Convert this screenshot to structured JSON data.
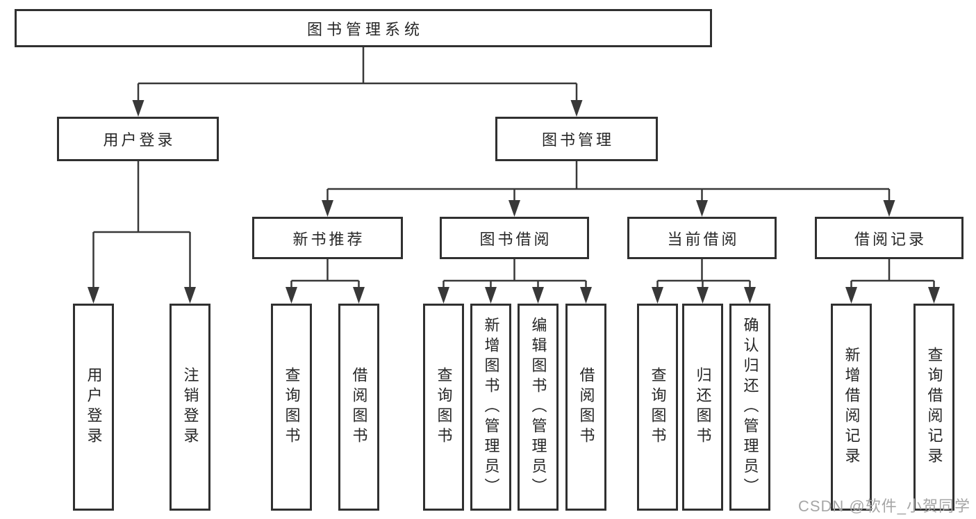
{
  "tree": {
    "root": {
      "label": "图书管理系统",
      "children": [
        {
          "label": "用户登录",
          "children": [
            {
              "label": "用户登录"
            },
            {
              "label": "注销登录"
            }
          ]
        },
        {
          "label": "图书管理",
          "children": [
            {
              "label": "新书推荐",
              "children": [
                {
                  "label": "查询图书"
                },
                {
                  "label": "借阅图书"
                }
              ]
            },
            {
              "label": "图书借阅",
              "children": [
                {
                  "label": "查询图书"
                },
                {
                  "label": "新增图书（管理员）"
                },
                {
                  "label": "编辑图书（管理员）"
                },
                {
                  "label": "借阅图书"
                }
              ]
            },
            {
              "label": "当前借阅",
              "children": [
                {
                  "label": "查询图书"
                },
                {
                  "label": "归还图书"
                },
                {
                  "label": "确认归还（管理员）"
                }
              ]
            },
            {
              "label": "借阅记录",
              "children": [
                {
                  "label": "新增借阅记录"
                },
                {
                  "label": "查询借阅记录"
                }
              ]
            }
          ]
        }
      ]
    }
  },
  "watermark": {
    "text": "CSDN @软件_小贺同学"
  },
  "colors": {
    "line": "#383838",
    "box_border": "#303030",
    "text": "#262626",
    "watermark": "#a6a6a6",
    "background": "#ffffff"
  }
}
